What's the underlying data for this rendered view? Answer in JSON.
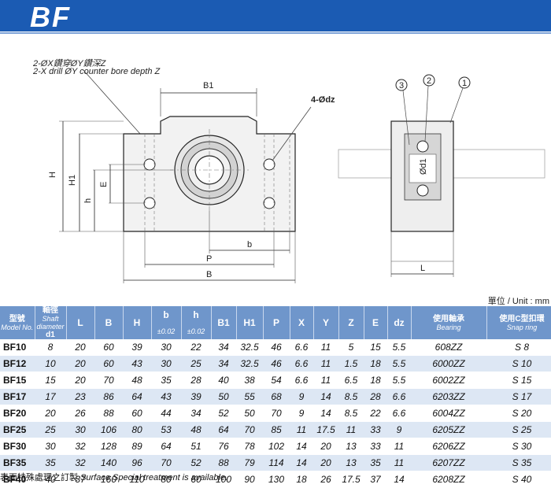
{
  "header": {
    "title": "BF",
    "color": "#1b5bb3"
  },
  "drawing": {
    "note_zh": "2-ØX鑽穿ØY鑽深Z",
    "note_en": "2-X drill ØY counter bore depth Z",
    "callout_holes": "4-Ødz",
    "dims": {
      "B1": "B1",
      "H": "H",
      "H1": "H1",
      "h": "h",
      "E": "E",
      "b": "b",
      "P": "P",
      "B": "B",
      "L": "L",
      "d1": "Ød1"
    },
    "balloons": [
      "3",
      "2",
      "1"
    ]
  },
  "unit_label": "單位 / Unit : mm",
  "table": {
    "headers": {
      "model_zh": "型號",
      "model_en": "Model No.",
      "shaft_zh": "軸徑",
      "shaft_en1": "Shaft",
      "shaft_en2": "diameter",
      "shaft_sym": "d1",
      "L": "L",
      "B": "B",
      "H": "H",
      "b": "b",
      "h": "h",
      "tol_b": "±0.02",
      "tol_h": "±0.02",
      "B1": "B1",
      "H1": "H1",
      "P": "P",
      "X": "X",
      "Y": "Y",
      "Z": "Z",
      "E": "E",
      "dz": "dz",
      "bearing_zh": "使用軸承",
      "bearing_en": "Bearing",
      "snap_zh": "使用C型扣環",
      "snap_en": "Snap ring"
    },
    "rows": [
      {
        "model": "BF10",
        "d1": "8",
        "L": "20",
        "B": "60",
        "H": "39",
        "b": "30",
        "h": "22",
        "B1": "34",
        "H1": "32.5",
        "P": "46",
        "X": "6.6",
        "Y": "11",
        "Z": "5",
        "E": "15",
        "dz": "5.5",
        "bearing": "608ZZ",
        "snap": "S 8"
      },
      {
        "model": "BF12",
        "d1": "10",
        "L": "20",
        "B": "60",
        "H": "43",
        "b": "30",
        "h": "25",
        "B1": "34",
        "H1": "32.5",
        "P": "46",
        "X": "6.6",
        "Y": "11",
        "Z": "1.5",
        "E": "18",
        "dz": "5.5",
        "bearing": "6000ZZ",
        "snap": "S 10"
      },
      {
        "model": "BF15",
        "d1": "15",
        "L": "20",
        "B": "70",
        "H": "48",
        "b": "35",
        "h": "28",
        "B1": "40",
        "H1": "38",
        "P": "54",
        "X": "6.6",
        "Y": "11",
        "Z": "6.5",
        "E": "18",
        "dz": "5.5",
        "bearing": "6002ZZ",
        "snap": "S 15"
      },
      {
        "model": "BF17",
        "d1": "17",
        "L": "23",
        "B": "86",
        "H": "64",
        "b": "43",
        "h": "39",
        "B1": "50",
        "H1": "55",
        "P": "68",
        "X": "9",
        "Y": "14",
        "Z": "8.5",
        "E": "28",
        "dz": "6.6",
        "bearing": "6203ZZ",
        "snap": "S 17"
      },
      {
        "model": "BF20",
        "d1": "20",
        "L": "26",
        "B": "88",
        "H": "60",
        "b": "44",
        "h": "34",
        "B1": "52",
        "H1": "50",
        "P": "70",
        "X": "9",
        "Y": "14",
        "Z": "8.5",
        "E": "22",
        "dz": "6.6",
        "bearing": "6004ZZ",
        "snap": "S 20"
      },
      {
        "model": "BF25",
        "d1": "25",
        "L": "30",
        "B": "106",
        "H": "80",
        "b": "53",
        "h": "48",
        "B1": "64",
        "H1": "70",
        "P": "85",
        "X": "11",
        "Y": "17.5",
        "Z": "11",
        "E": "33",
        "dz": "9",
        "bearing": "6205ZZ",
        "snap": "S 25"
      },
      {
        "model": "BF30",
        "d1": "30",
        "L": "32",
        "B": "128",
        "H": "89",
        "b": "64",
        "h": "51",
        "B1": "76",
        "H1": "78",
        "P": "102",
        "X": "14",
        "Y": "20",
        "Z": "13",
        "E": "33",
        "dz": "11",
        "bearing": "6206ZZ",
        "snap": "S 30"
      },
      {
        "model": "BF35",
        "d1": "35",
        "L": "32",
        "B": "140",
        "H": "96",
        "b": "70",
        "h": "52",
        "B1": "88",
        "H1": "79",
        "P": "114",
        "X": "14",
        "Y": "20",
        "Z": "13",
        "E": "35",
        "dz": "11",
        "bearing": "6207ZZ",
        "snap": "S 35"
      },
      {
        "model": "BF40",
        "d1": "40",
        "L": "37",
        "B": "160",
        "H": "110",
        "b": "80",
        "h": "60",
        "B1": "100",
        "H1": "90",
        "P": "130",
        "X": "18",
        "Y": "26",
        "Z": "17.5",
        "E": "37",
        "dz": "14",
        "bearing": "6208ZZ",
        "snap": "S 40"
      }
    ]
  },
  "footnote": {
    "zh": "表面特殊處理之訂製",
    "en": "Surface Special treatment is available."
  }
}
